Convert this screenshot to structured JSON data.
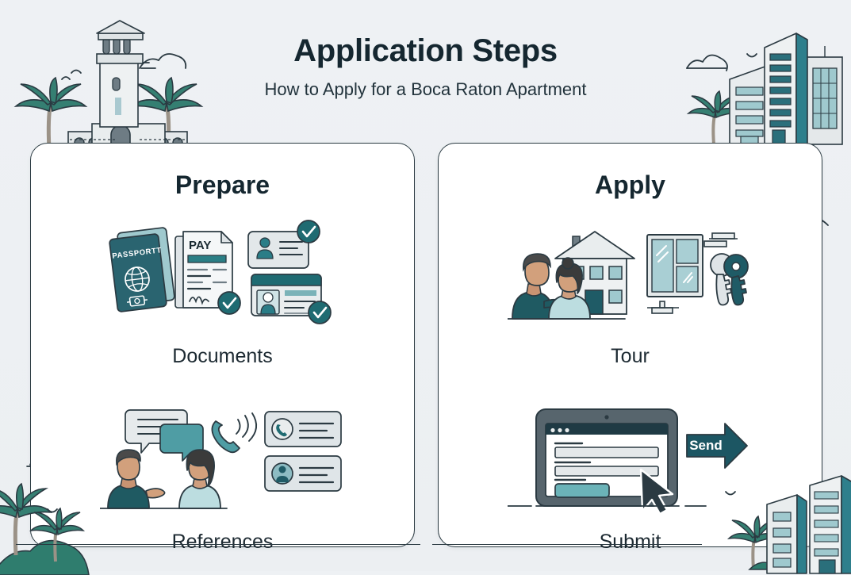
{
  "header": {
    "title": "Application Steps",
    "subtitle": "How to Apply for a Boca Raton Apartment"
  },
  "colors": {
    "background": "#eef1f4",
    "ink": "#2b3a42",
    "heading": "#152730",
    "teal_dark": "#1c5663",
    "teal": "#2b7f86",
    "teal_light": "#9fc9ce",
    "teal_pale": "#cfe3e6",
    "green": "#2f7d6e",
    "gray_light": "#dfe4e7",
    "gray_mid": "#aab4ba",
    "white": "#ffffff"
  },
  "cards": [
    {
      "title": "Prepare",
      "steps": [
        {
          "label": "Documents",
          "art": "documents-illustration",
          "elements": {
            "passport_label": "PASSPORTT",
            "paystub_label": "PAY",
            "badges": [
              "check-badge",
              "check-badge",
              "check-badge"
            ],
            "items": [
              "passport",
              "pay-stub",
              "id-card",
              "license-card"
            ]
          }
        },
        {
          "label": "References",
          "art": "references-illustration",
          "elements": {
            "items": [
              "person-speaking",
              "person-listening",
              "speech-bubble",
              "phone-ringing-icon",
              "contact-card-phone",
              "contact-card-person"
            ]
          }
        }
      ]
    },
    {
      "title": "Apply",
      "steps": [
        {
          "label": "Tour",
          "art": "tour-illustration",
          "elements": {
            "items": [
              "couple-viewing",
              "house",
              "window",
              "keys",
              "shelf"
            ]
          }
        },
        {
          "label": "Submit",
          "art": "submit-illustration",
          "elements": {
            "send_button_label": "Send",
            "items": [
              "laptop",
              "online-form",
              "cursor",
              "send-arrow"
            ]
          }
        }
      ]
    }
  ],
  "decorations": {
    "top_left": "boca-raton-tower-palms",
    "top_right": "city-skyline-palm",
    "bottom_left": "palm-island",
    "bottom_right": "city-buildings-palm",
    "accents": [
      "birds",
      "clouds",
      "sparkle",
      "pin-icon",
      "dashed-line",
      "wave-line"
    ]
  }
}
